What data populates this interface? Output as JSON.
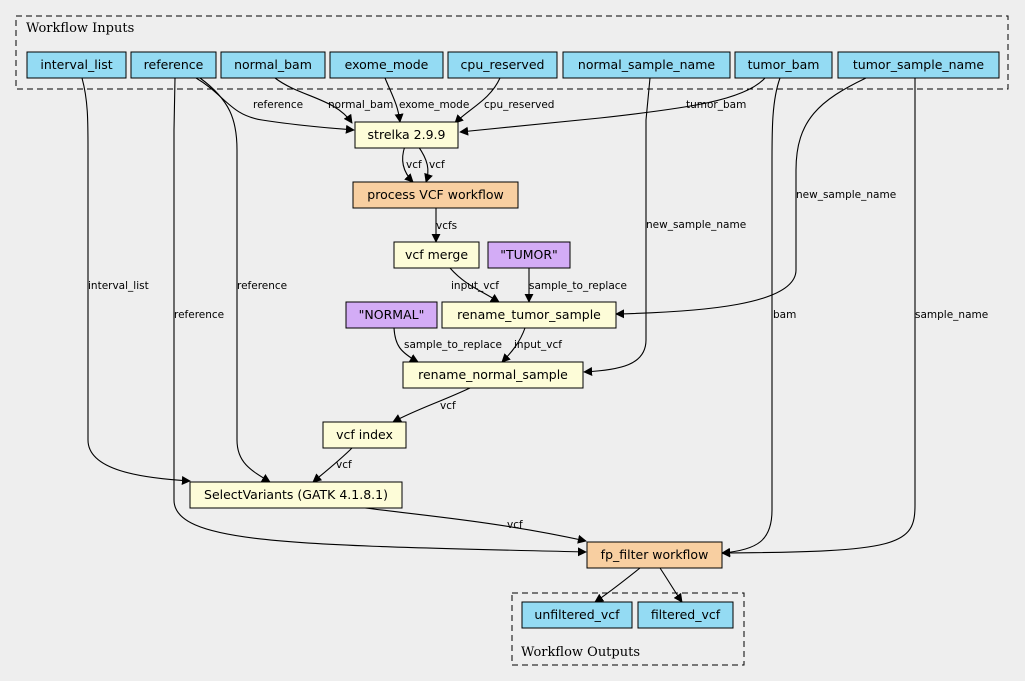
{
  "clusters": {
    "inputs": "Workflow Inputs",
    "outputs": "Workflow Outputs"
  },
  "colors": {
    "io": "#94dbf3",
    "step": "#fdfcd8",
    "workflow": "#f8cfa1",
    "literal": "#d3acf6",
    "background": "#eeeeee"
  },
  "nodes": {
    "interval_list": "interval_list",
    "reference": "reference",
    "normal_bam": "normal_bam",
    "exome_mode": "exome_mode",
    "cpu_reserved": "cpu_reserved",
    "normal_sample_name": "normal_sample_name",
    "tumor_bam": "tumor_bam",
    "tumor_sample_name": "tumor_sample_name",
    "strelka": "strelka 2.9.9",
    "process_vcf": "process VCF workflow",
    "vcf_merge": "vcf merge",
    "tumor_literal": "\"TUMOR\"",
    "normal_literal": "\"NORMAL\"",
    "rename_tumor": "rename_tumor_sample",
    "rename_normal": "rename_normal_sample",
    "vcf_index": "vcf index",
    "select_variants": "SelectVariants (GATK 4.1.8.1)",
    "fp_filter": "fp_filter workflow",
    "unfiltered_vcf": "unfiltered_vcf",
    "filtered_vcf": "filtered_vcf"
  },
  "edges": {
    "reference_strelka": "reference",
    "normal_bam_strelka": "normal_bam",
    "exome_mode_strelka": "exome_mode",
    "cpu_reserved_strelka": "cpu_reserved",
    "tumor_bam_strelka": "tumor_bam",
    "strelka_vcf_1": "vcf",
    "strelka_vcf_2": "vcf",
    "process_vcfs": "vcfs",
    "tumor_name": "new_sample_name",
    "normal_name": "new_sample_name",
    "interval_list": "interval_list",
    "reference_select": "reference",
    "reference_fp": "reference",
    "merge_input_vcf": "input_vcf",
    "tumor_sample_to_replace": "sample_to_replace",
    "normal_sample_to_replace": "sample_to_replace",
    "tumor_input_vcf": "input_vcf",
    "normal_vcf": "vcf",
    "index_vcf": "vcf",
    "select_vcf": "vcf",
    "tumor_bam_fp": "bam",
    "sample_name_fp": "sample_name"
  }
}
